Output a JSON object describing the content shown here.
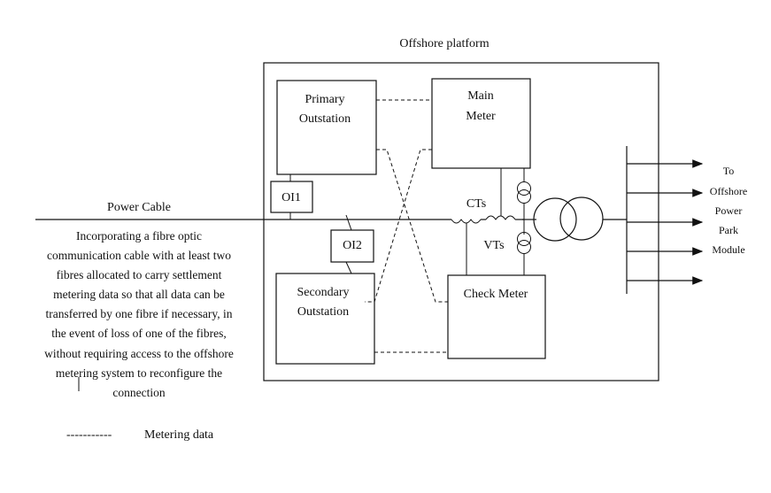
{
  "title": "Offshore platform",
  "boxes": {
    "primary_outstation": [
      "Primary",
      "Outstation"
    ],
    "main_meter": [
      "Main",
      "Meter"
    ],
    "secondary_outstation": [
      "Secondary",
      "Outstation"
    ],
    "check_meter": "Check Meter",
    "oi1": "OI1",
    "oi2": "OI2"
  },
  "labels": {
    "cts": "CTs",
    "vts": "VTs",
    "power_cable": "Power Cable"
  },
  "cable_description": [
    "Incorporating a fibre optic",
    "communication cable with at least two",
    "fibres allocated to carry settlement",
    "metering data so that all data can be",
    "transferred by one fibre if necessary, in",
    "the event of loss of one of the fibres,",
    "without requiring access to the offshore",
    "metering system to reconfigure the",
    "connection"
  ],
  "output_label": [
    "To",
    "Offshore",
    "Power",
    "Park",
    "Module"
  ],
  "legend": {
    "symbol": "-----------",
    "label": "Metering data"
  }
}
